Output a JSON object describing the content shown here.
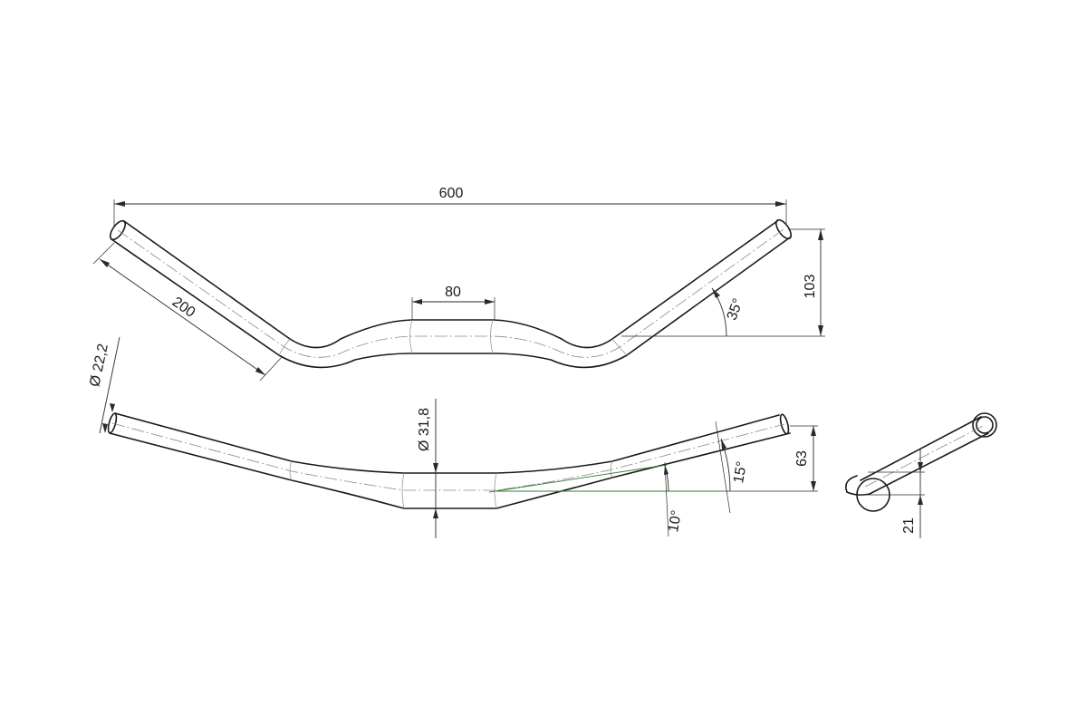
{
  "top_view": {
    "overall_width": "600",
    "center_width": "80",
    "grip_length": "200",
    "rise": "103",
    "sweep_angle": "35°"
  },
  "front_view": {
    "grip_diameter": "Ø 22,2",
    "clamp_diameter": "Ø 31,8",
    "height": "63",
    "bend_angle_upper": "15°",
    "bend_angle_lower": "10°"
  },
  "side_view": {
    "offset": "21"
  }
}
